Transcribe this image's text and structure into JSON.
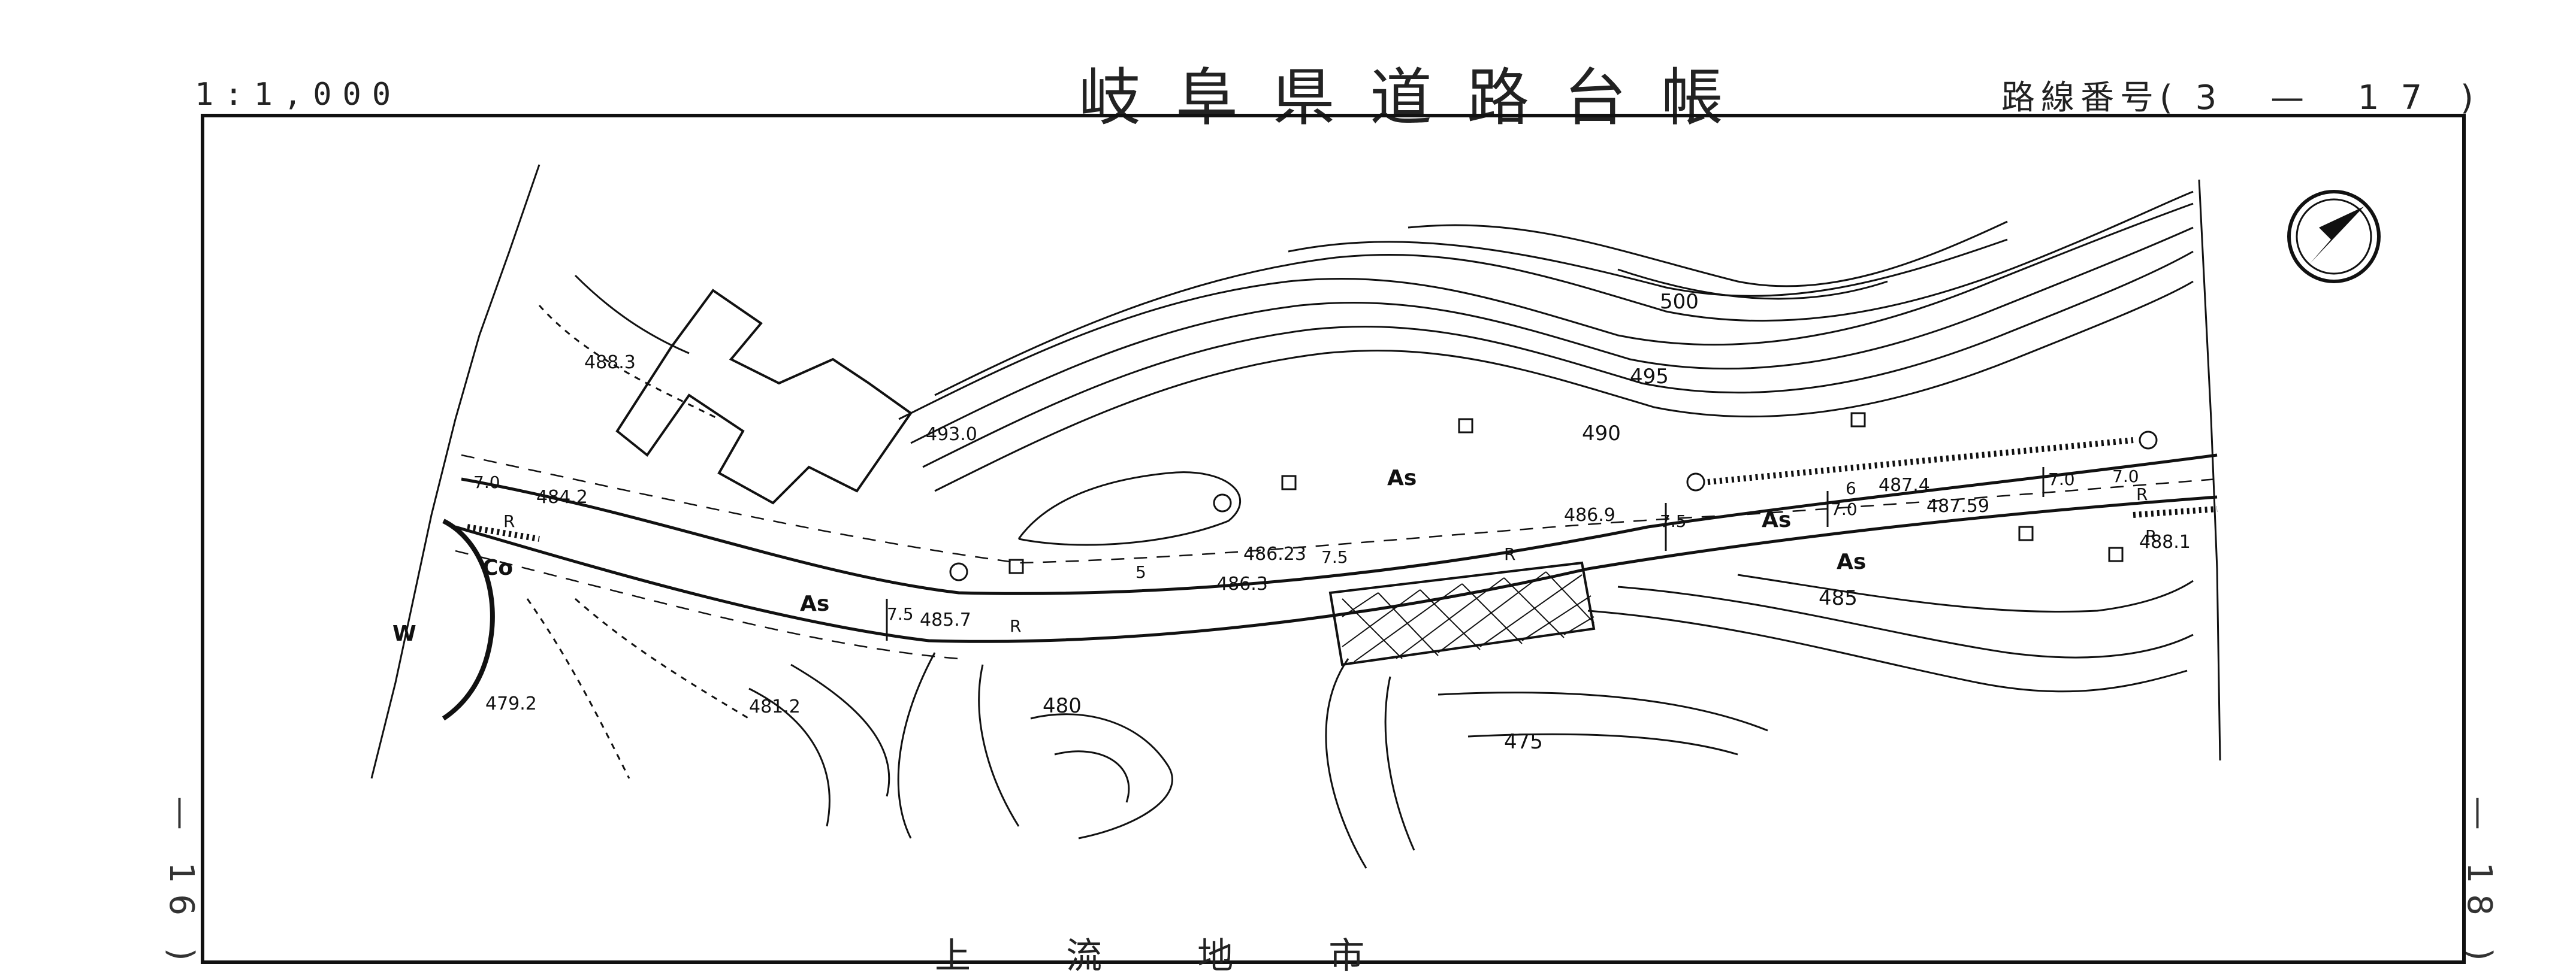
{
  "header": {
    "scale": "1:1,000",
    "title": "岐阜県道路台帳",
    "route_prefix": "路線番号(",
    "route_number": "3 — 17",
    "route_suffix": ")"
  },
  "sheets": {
    "left": "— 16 )",
    "right": "— 18 )"
  },
  "map": {
    "contour_labels": [
      "500",
      "495",
      "490",
      "485",
      "480",
      "475"
    ],
    "elevations": [
      "488.3",
      "493.0",
      "484.2",
      "486.23",
      "486.3",
      "485.7",
      "486.9",
      "487.4",
      "487.59",
      "488.1",
      "479.2",
      "481.2"
    ],
    "surface_labels": [
      "As",
      "As",
      "As",
      "As",
      "Co",
      "W"
    ],
    "width_labels": [
      "7.0",
      "7.5",
      "5",
      "7.5",
      "7.5",
      "7.0",
      "6",
      "7.0",
      "7.0"
    ],
    "marks": [
      "R",
      "R",
      "R",
      "R",
      "R"
    ],
    "north_arrow": "north-arrow-icon"
  },
  "footer": {
    "partial_text": "上 流 地 市"
  },
  "colors": {
    "ink": "#111111",
    "paper": "#ffffff"
  }
}
